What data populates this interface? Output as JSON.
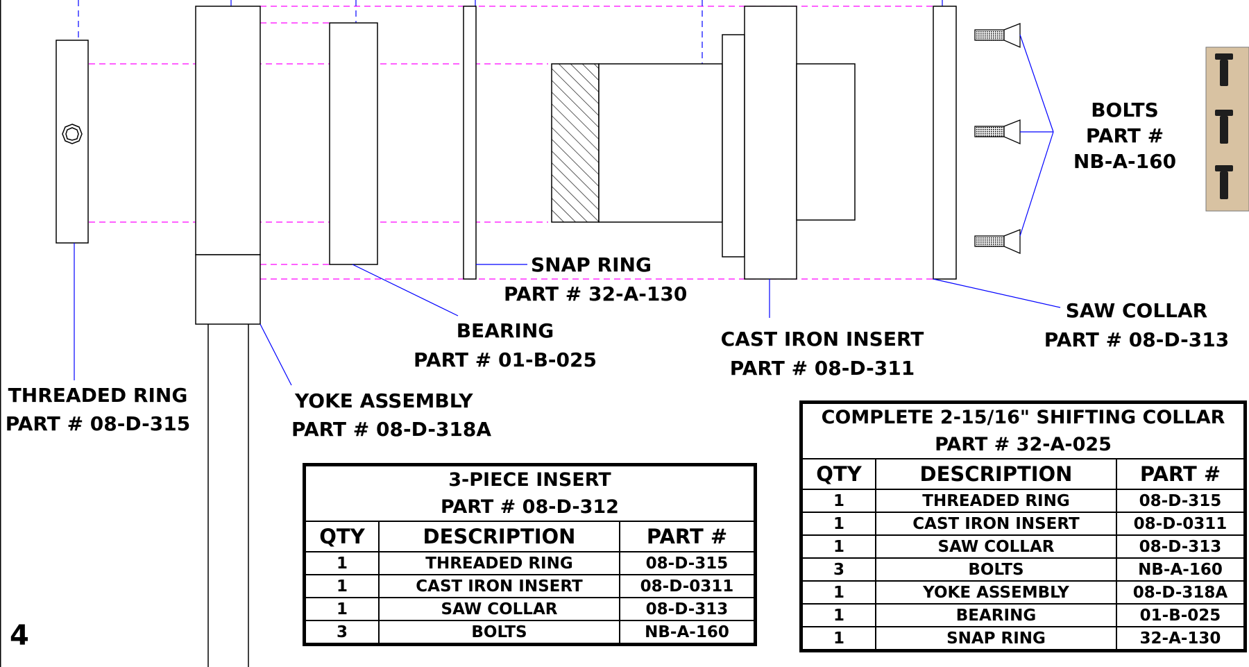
{
  "page_number": "4",
  "labels": {
    "bolts": [
      "BOLTS",
      "PART #",
      "NB-A-160"
    ],
    "snap_ring": [
      "SNAP RING",
      "PART # 32-A-130"
    ],
    "bearing": [
      "BEARING",
      "PART # 01-B-025"
    ],
    "cast_iron_insert": [
      "CAST IRON INSERT",
      "PART # 08-D-311"
    ],
    "saw_collar": [
      "SAW COLLAR",
      "PART # 08-D-313"
    ],
    "threaded_ring": [
      "THREADED RING",
      "PART # 08-D-315"
    ],
    "yoke_assembly": [
      "YOKE ASSEMBLY",
      "PART # 08-D-318A"
    ]
  },
  "colors": {
    "leader": "#0000ff",
    "centerline": "#ff00ff",
    "outline": "#000000"
  },
  "table_insert": {
    "title": "3-PIECE INSERT",
    "subtitle": "PART # 08-D-312",
    "headers": [
      "QTY",
      "DESCRIPTION",
      "PART #"
    ],
    "rows": [
      [
        "1",
        "THREADED RING",
        "08-D-315"
      ],
      [
        "1",
        "CAST IRON INSERT",
        "08-D-0311"
      ],
      [
        "1",
        "SAW COLLAR",
        "08-D-313"
      ],
      [
        "3",
        "BOLTS",
        "NB-A-160"
      ]
    ]
  },
  "table_complete": {
    "title": "COMPLETE 2-15/16\" SHIFTING COLLAR",
    "subtitle": "PART # 32-A-025",
    "headers": [
      "QTY",
      "DESCRIPTION",
      "PART #"
    ],
    "rows": [
      [
        "1",
        "THREADED RING",
        "08-D-315"
      ],
      [
        "1",
        "CAST IRON INSERT",
        "08-D-0311"
      ],
      [
        "1",
        "SAW COLLAR",
        "08-D-313"
      ],
      [
        "3",
        "BOLTS",
        "NB-A-160"
      ],
      [
        "1",
        "YOKE ASSEMBLY",
        "08-D-318A"
      ],
      [
        "1",
        "BEARING",
        "01-B-025"
      ],
      [
        "1",
        "SNAP RING",
        "32-A-130"
      ]
    ]
  }
}
